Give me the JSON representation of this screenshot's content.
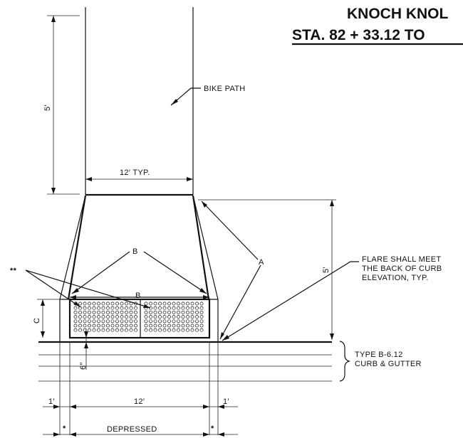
{
  "title": {
    "line1": "KNOCH KNOL",
    "line2": "STA. 82 + 33.12 TO"
  },
  "labels": {
    "bike_path": "BIKE PATH",
    "width_typ": "12′ TYP.",
    "length_top": "5′",
    "length_right": "5′",
    "callout_a": "A",
    "callout_b_upper": "B",
    "callout_b_lower": "B",
    "callout_c": "C",
    "asterisks": "**",
    "flare_note": [
      "FLARE SHALL MEET",
      "THE BACK OF CURB",
      "ELEVATION, TYP."
    ],
    "curb_note": [
      "TYPE B-6.12",
      "CURB & GUTTER"
    ],
    "six_inch": "6″",
    "dim_left": "1′",
    "dim_mid": "12′",
    "dim_right": "1′",
    "star_left": "*",
    "star_right": "*",
    "depressed": "DEPRESSED"
  }
}
